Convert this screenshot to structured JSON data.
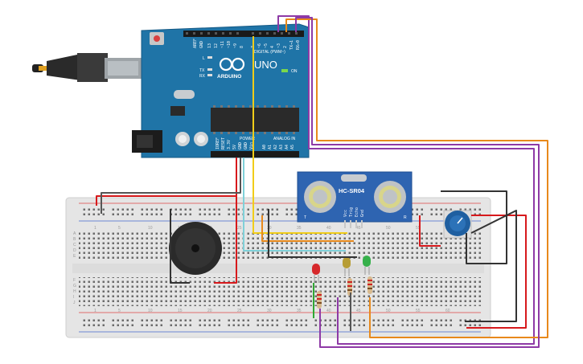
{
  "colors": {
    "board": "#1f74a7",
    "board_dark": "#155a86",
    "breadboard": "#e6e6e6",
    "wire_red": "#d7191c",
    "wire_black": "#2b2b2b",
    "wire_orange": "#e8891b",
    "wire_purple": "#8e3aa6",
    "wire_yellow": "#f1cd19",
    "wire_cyan": "#7fd0d8",
    "wire_green": "#2fa833",
    "sensor": "#2e64b1"
  },
  "arduino": {
    "brand": "ARDUINO",
    "model": "UNO",
    "digital_label": "DIGITAL (PWM~)",
    "power_label": "POWER",
    "analog_label": "ANALOG IN",
    "on_label": "ON",
    "tx_label": "TX",
    "rx_label": "RX",
    "l_label": "L",
    "top_pins": [
      "AREF",
      "GND",
      "13",
      "12",
      "~11",
      "~10",
      "~9",
      "8",
      "7",
      "~6",
      "~5",
      "4",
      "~3",
      "2",
      "TX→1",
      "RX←0"
    ],
    "power_pins": [
      "IOREF",
      "RESET",
      "3.3V",
      "5V",
      "GND",
      "GND",
      "Vin"
    ],
    "analog_pins": [
      "A0",
      "A1",
      "A2",
      "A3",
      "A4",
      "A5"
    ]
  },
  "sensor": {
    "model": "HC-SR04",
    "left_mark": "T",
    "right_mark": "R",
    "pins": [
      "Vcc",
      "Trig",
      "Echo",
      "Gnd"
    ]
  },
  "breadboard": {
    "row_letters_top": [
      "A",
      "B",
      "C",
      "D",
      "E"
    ],
    "row_letters_bottom": [
      "F",
      "G",
      "H",
      "I",
      "J"
    ],
    "col_numbers": [
      "1",
      "5",
      "10",
      "15",
      "20",
      "25",
      "30",
      "35",
      "40",
      "45",
      "50",
      "55",
      "60"
    ]
  },
  "leds": [
    {
      "name": "red-led",
      "color": "#d6282b"
    },
    {
      "name": "yellow-led",
      "color": "#b79d35"
    },
    {
      "name": "green-led",
      "color": "#35b04a"
    }
  ]
}
